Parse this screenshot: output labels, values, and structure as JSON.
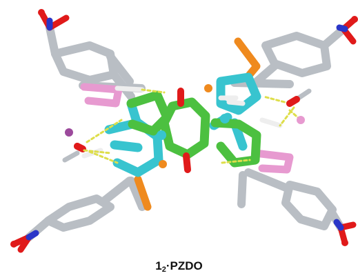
{
  "caption": {
    "lead": "1",
    "sub": "2",
    "rest": "·PZDO"
  },
  "colors": {
    "background": "#ffffff",
    "carbon_grey": "#b9bec4",
    "green": "#4cc040",
    "cyan": "#38c4cf",
    "pink": "#e79ad0",
    "orange": "#ef8a1e",
    "red": "#e01a1a",
    "blue": "#2a36c8",
    "hbond_yellow": "#dede4a",
    "purple": "#9c4a9c"
  }
}
